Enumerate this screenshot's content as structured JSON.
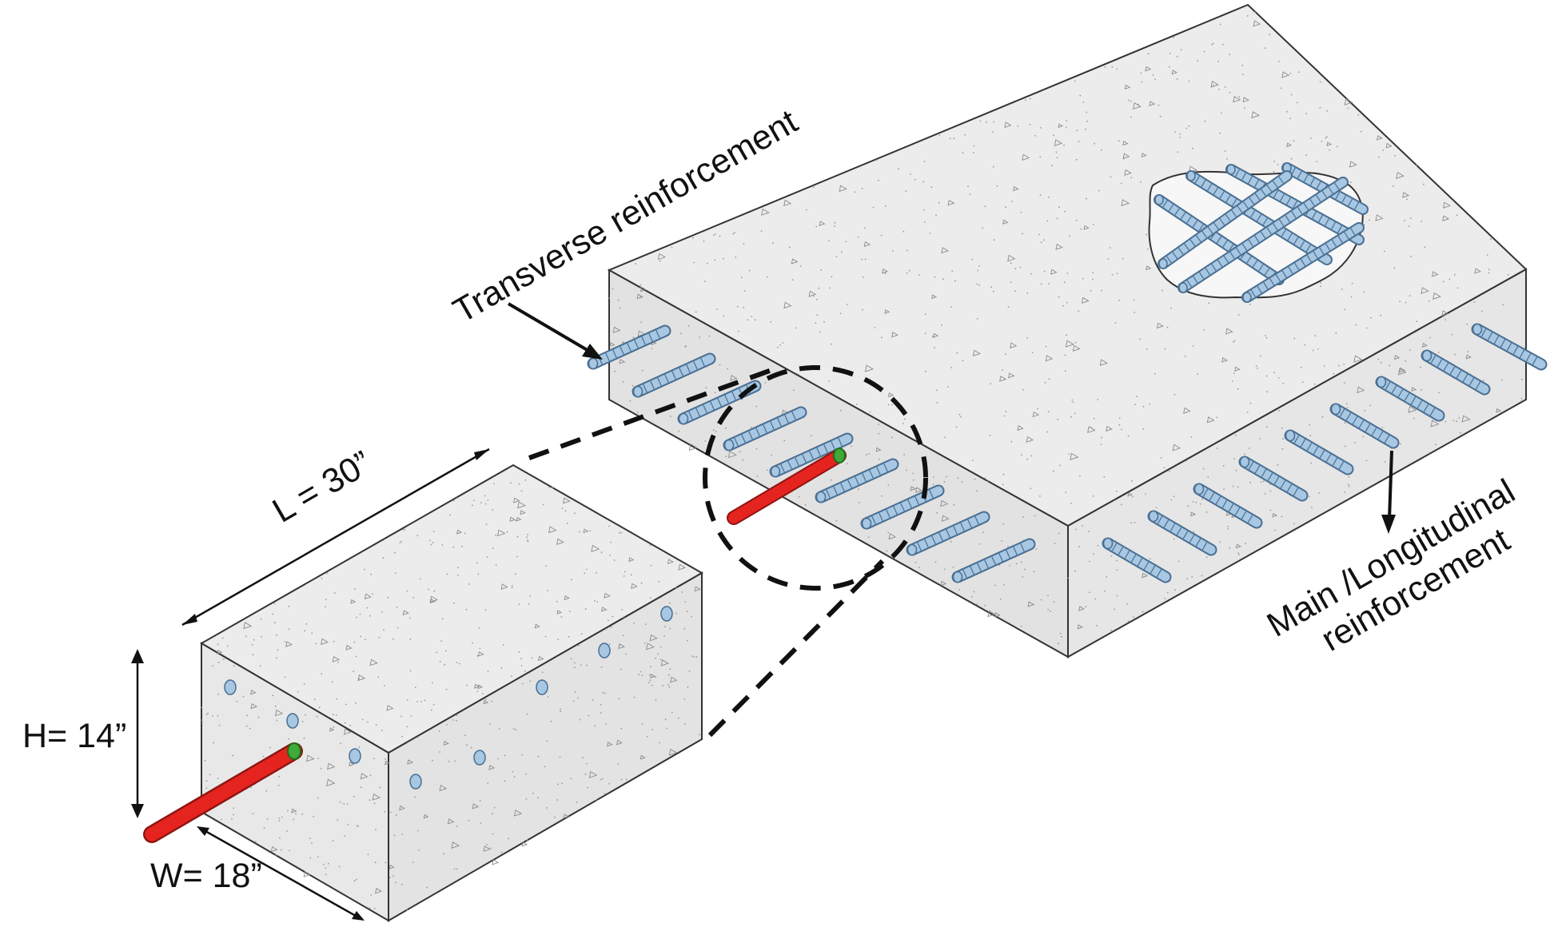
{
  "labels": {
    "transverse": "Transverse reinforcement",
    "main_line1": "Main /Longitudinal",
    "main_line2": "reinforcement",
    "length": "L = 30”",
    "height": "H= 14”",
    "width": "W= 18”"
  },
  "colors": {
    "concrete_top": "#ececec",
    "concrete_side": "#e2e2e2",
    "concrete_front": "#e8e8e8",
    "rebar": "#a7c7e2",
    "rebar_edge": "#4a6f92",
    "sensor_rod": "#e52420",
    "sensor_tip": "#3faa3a",
    "outline": "#333333"
  }
}
